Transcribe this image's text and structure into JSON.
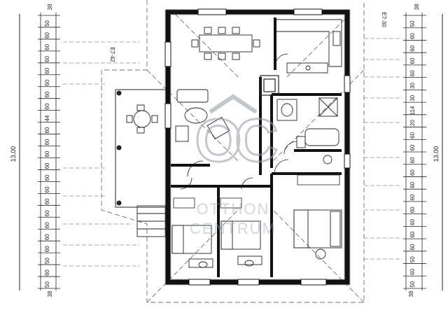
{
  "drawing": {
    "left_marks": [
      "50",
      "60",
      "60",
      "60",
      "60",
      "60",
      "60",
      "60",
      "44",
      "60",
      "60",
      "60",
      "60",
      "60",
      "60",
      "60",
      "60",
      "60",
      "60",
      "60",
      "50",
      "60",
      "50"
    ],
    "right_marks": [
      "50",
      "60",
      "60",
      "60",
      "60",
      "30",
      "30",
      "114",
      "20",
      "60",
      "60",
      "60",
      "60",
      "60",
      "60",
      "60",
      "60",
      "60",
      "60",
      "50",
      "60",
      "50"
    ],
    "left_total": "13,00",
    "right_total": "13,00",
    "left_top_code": "38",
    "left_bottom_code": "38",
    "right_top_code": "38",
    "right_bottom_code": "38",
    "left_section_code": "E7-42",
    "right_section_code": "E7-30"
  },
  "watermark": {
    "logo": "OC",
    "line1": "OTTHON",
    "line2": "CENTRUM"
  }
}
